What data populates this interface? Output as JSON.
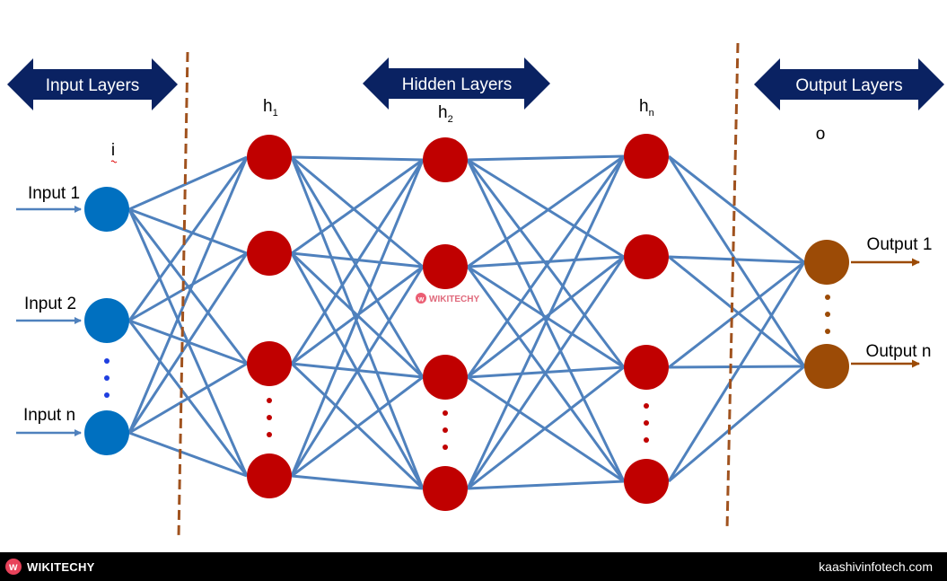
{
  "arrows": {
    "input": "Input Layers",
    "hidden": "Hidden Layers",
    "output": "Output Layers"
  },
  "layer_labels": {
    "i": "i",
    "h1_base": "h",
    "h1_sub": "1",
    "h2_base": "h",
    "h2_sub": "2",
    "hn_base": "h",
    "hn_sub": "n",
    "o": "o"
  },
  "inputs": [
    "Input 1",
    "Input 2",
    "Input n"
  ],
  "outputs": [
    "Output 1",
    "Output n"
  ],
  "watermark": "WIKITECHY",
  "footer": {
    "brand": "WIKITECHY",
    "logo_letter": "w",
    "site": "kaashivinfotech.com"
  },
  "colors": {
    "arrow": "#0a2262",
    "edge": "#4f81bd",
    "input_node": "#0070c0",
    "hidden_node": "#c00000",
    "output_node": "#9c4b06",
    "divider": "#a0521e"
  }
}
